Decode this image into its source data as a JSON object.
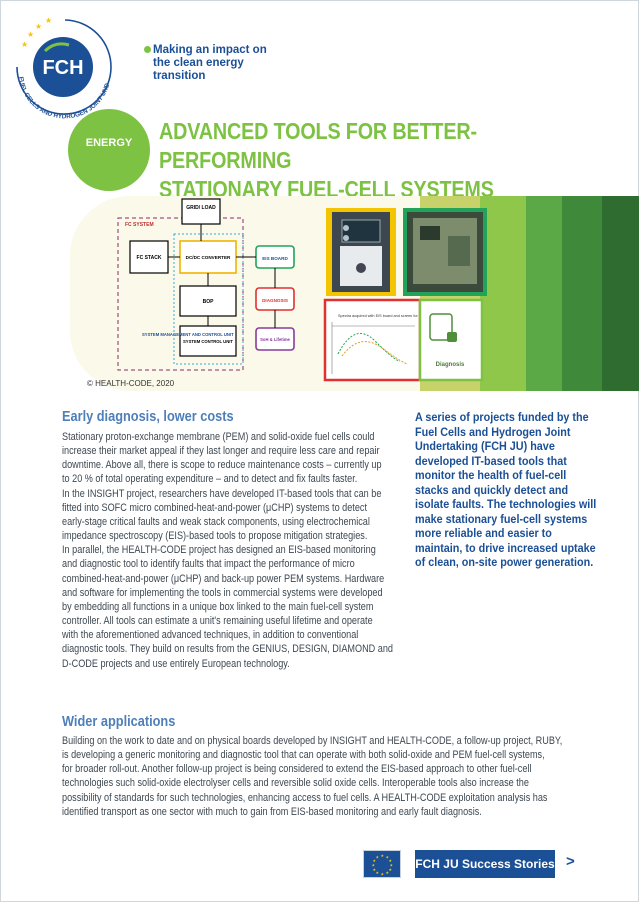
{
  "header": {
    "logo_text": "FCH",
    "logo_ring_text": "FUEL CELLS AND HYDROGEN JOINT UNDERTAKING",
    "tagline": "Making an impact on the clean energy transition",
    "section_badge": "ENERGY",
    "title_line1": "ADVANCED TOOLS FOR BETTER-PERFORMING",
    "title_line2": "STATIONARY FUEL-CELL SYSTEMS"
  },
  "diagram": {
    "fc_system": "FC SYSTEM",
    "grid_load": "GRID/ LOAD",
    "fc_stack": "FC STACK",
    "dc_dc": "DC/DC CONVERTER",
    "bop": "BOP",
    "system_control": "SYSTEM CONTROL UNIT",
    "management": "SYSTEM MANAGEMENT AND CONTROL UNIT",
    "eis_board": "EIS BOARD",
    "diagnosis": "DIAGNOSIS",
    "soh": "SoH & Lifetime",
    "spectra_caption": "Spectra acquired with EIS board and screen for",
    "diagnosis_icon_label": "Diagnosis",
    "copyright": "© HEALTH-CODE, 2020"
  },
  "colors": {
    "brand_blue": "#1b4f96",
    "brand_green": "#7dc243",
    "heading_blue": "#4e7fb9"
  },
  "section1": {
    "heading": "Early diagnosis, lower costs",
    "lines": [
      "Stationary proton-exchange membrane (PEM) and solid-oxide fuel cells could",
      "increase their market appeal if they last longer and require less care and repair",
      "downtime. Above all, there is scope to reduce maintenance costs – currently up",
      "to 20 % of total operating expenditure – and to detect and fix faults faster.",
      "In the INSIGHT project, researchers have developed IT-based tools that can be",
      "fitted into SOFC micro combined-heat-and-power (μCHP) systems to detect",
      "early-stage critical faults and weak stack components, using electrochemical",
      "impedance spectroscopy (EIS)-based tools to propose mitigation strategies.",
      "In parallel, the HEALTH-CODE project has designed an EIS-based monitoring",
      "and diagnostic tool to identify faults that impact the performance of micro",
      "combined-heat-and-power (μCHP) and back-up power PEM systems. Hardware",
      "and software for implementing the tools in commercial systems were developed",
      "by embedding all functions in a unique box linked to the main fuel-cell system",
      "controller. All tools can estimate a unit's remaining useful lifetime and operate",
      "with the aforementioned advanced techniques, in addition to conventional",
      "diagnostic tools. They build on results from the GENIUS, DESIGN, DIAMOND and",
      "D-CODE projects and use entirely European technology."
    ]
  },
  "callout": "A series of projects funded by the Fuel Cells and Hydrogen Joint Undertaking (FCH JU) have developed IT-based tools that monitor the health of fuel-cell stacks and quickly detect and isolate faults. The technologies will make stationary fuel-cell systems more reliable and easier to maintain, to drive increased uptake of clean, on-site power generation.",
  "section2": {
    "heading": "Wider applications",
    "lines": [
      "Building on the work to date and on physical boards developed by INSIGHT and HEALTH-CODE, a follow-up project, RUBY,",
      "is developing a generic monitoring and diagnostic tool that can operate with both solid-oxide and PEM fuel-cell systems,",
      "for broader roll-out. Another follow-up project is being considered to extend the EIS-based approach to other fuel-cell",
      "technologies such solid-oxide electrolyser cells and reversible solid oxide cells. Interoperable tools also increase the",
      "possibility of standards for such technologies, enhancing access to fuel cells. A HEALTH-CODE exploitation analysis has",
      "identified transport as one sector with much to gain from EIS-based monitoring and early fault diagnosis."
    ]
  },
  "footer": {
    "button_label": "FCH JU Success Stories",
    "arrow": ">"
  }
}
